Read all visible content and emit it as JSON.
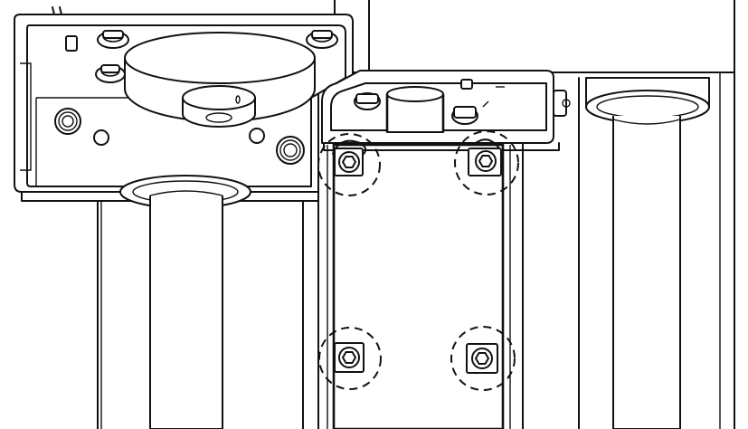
{
  "figure": {
    "style": "black-line technical illustration",
    "colors": {
      "ink": "#111111",
      "paper": "#ffffff",
      "shade": "#ececec"
    }
  },
  "assembly": {
    "parts": [
      "left-mount-block",
      "left-rail-rod",
      "carriage-bracket",
      "vertical-plate",
      "right-rail-rod"
    ],
    "highlighted_fasteners": [
      {
        "name": "upper-left-bolt",
        "icon": "hex-socket-bolt-icon",
        "callout": "dashed-circle"
      },
      {
        "name": "upper-right-bolt",
        "icon": "hex-socket-bolt-icon",
        "callout": "dashed-circle"
      },
      {
        "name": "lower-left-bolt",
        "icon": "hex-socket-bolt-icon",
        "callout": "dashed-circle"
      },
      {
        "name": "lower-right-bolt",
        "icon": "hex-socket-bolt-icon",
        "callout": "dashed-circle"
      }
    ]
  }
}
